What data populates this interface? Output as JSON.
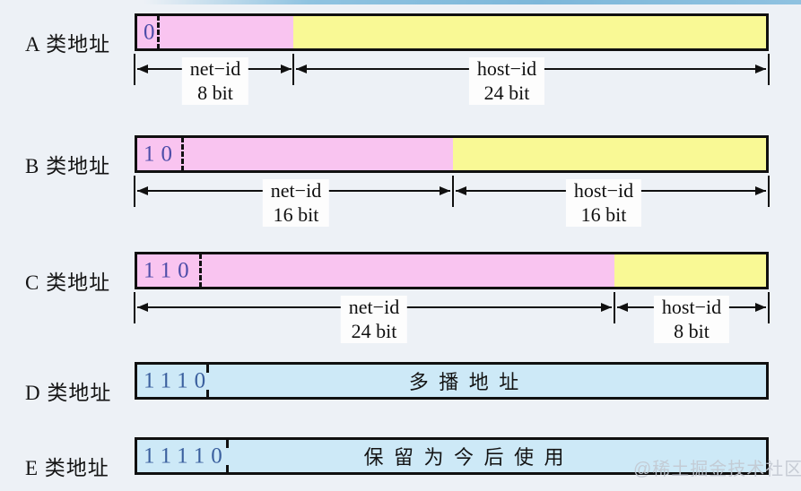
{
  "rows": [
    {
      "class_label": "A 类地址",
      "prefix": "0",
      "net": {
        "name": "net−id",
        "bits": "8 bit"
      },
      "host": {
        "name": "host−id",
        "bits": "24 bit"
      }
    },
    {
      "class_label": "B 类地址",
      "prefix": "10",
      "net": {
        "name": "net−id",
        "bits": "16 bit"
      },
      "host": {
        "name": "host−id",
        "bits": "16 bit"
      }
    },
    {
      "class_label": "C 类地址",
      "prefix": "110",
      "net": {
        "name": "net−id",
        "bits": "24 bit"
      },
      "host": {
        "name": "host−id",
        "bits": "8 bit"
      }
    },
    {
      "class_label": "D 类地址",
      "prefix": "1110",
      "body": "多 播 地 址"
    },
    {
      "class_label": "E 类地址",
      "prefix": "11110",
      "body": "保 留 为 今 后 使 用"
    }
  ],
  "watermark": "@稀土掘金技术社区",
  "colors": {
    "net_id_fill": "#f9c4f0",
    "host_id_fill": "#f9f995",
    "special_fill": "#cde9f7",
    "prefix_text_abc": "#4d4da8",
    "prefix_text_de": "#3a5f9e",
    "border": "#101010",
    "background": "#edf1f6",
    "top_strip": "#7db7da",
    "label_box": "#fdfdfd"
  }
}
